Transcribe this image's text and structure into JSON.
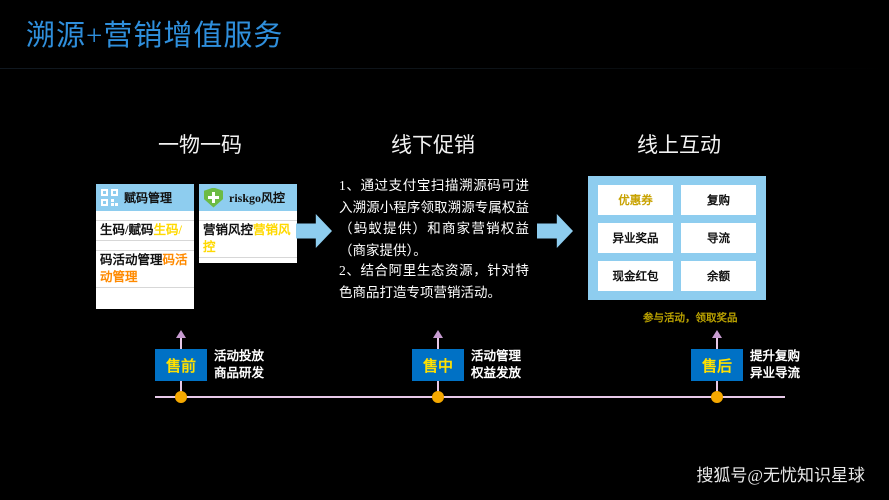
{
  "slide": {
    "title": "溯源+营销增值服务",
    "accent_blue": "#2f8fdc",
    "panel_blue": "#8ecdef",
    "box_blue": "#0071c5",
    "dot_orange": "#f5a800",
    "timeline_pink": "#e7c9e8"
  },
  "columns": [
    {
      "heading": "一物一码"
    },
    {
      "heading": "线下促销"
    },
    {
      "heading": "线上互动"
    }
  ],
  "cards": [
    {
      "icon": "qr-code-icon",
      "header": "赋码管理",
      "rows": [
        {
          "black": "生码/赋码",
          "accent": "生码/",
          "accent_color": "yellow"
        },
        {
          "black": "码活动管理",
          "accent": "码活动管理",
          "accent_color": "orange"
        }
      ]
    },
    {
      "icon": "shield-plus-icon",
      "header": "riskgo风控",
      "rows": [
        {
          "black": "营销风控",
          "accent": "营销风控",
          "accent_color": "yellow"
        }
      ]
    }
  ],
  "paragraphs": [
    "1、通过支付宝扫描溯源码可进入溯源小程序领取溯源专属权益（蚂蚁提供）和商家营销权益（商家提供）。",
    "2、结合阿里生态资源，针对特色商品打造专项营销活动。"
  ],
  "panel": {
    "cells": [
      {
        "label": "优惠券",
        "gold": true
      },
      {
        "label": "复购",
        "gold": false
      },
      {
        "label": "异业奖品",
        "gold": false
      },
      {
        "label": "导流",
        "gold": false
      },
      {
        "label": "现金红包",
        "gold": false
      },
      {
        "label": "余额",
        "gold": false
      }
    ],
    "note": "参与活动，领取奖品"
  },
  "timeline": {
    "stages": [
      {
        "label": "售前",
        "caption_line1": "活动投放",
        "caption_line2": "商品研发"
      },
      {
        "label": "售中",
        "caption_line1": "活动管理",
        "caption_line2": "权益发放"
      },
      {
        "label": "售后",
        "caption_line1": "提升复购",
        "caption_line2": "异业导流"
      }
    ]
  },
  "footer": {
    "watermark": "搜狐号@无忧知识星球"
  }
}
